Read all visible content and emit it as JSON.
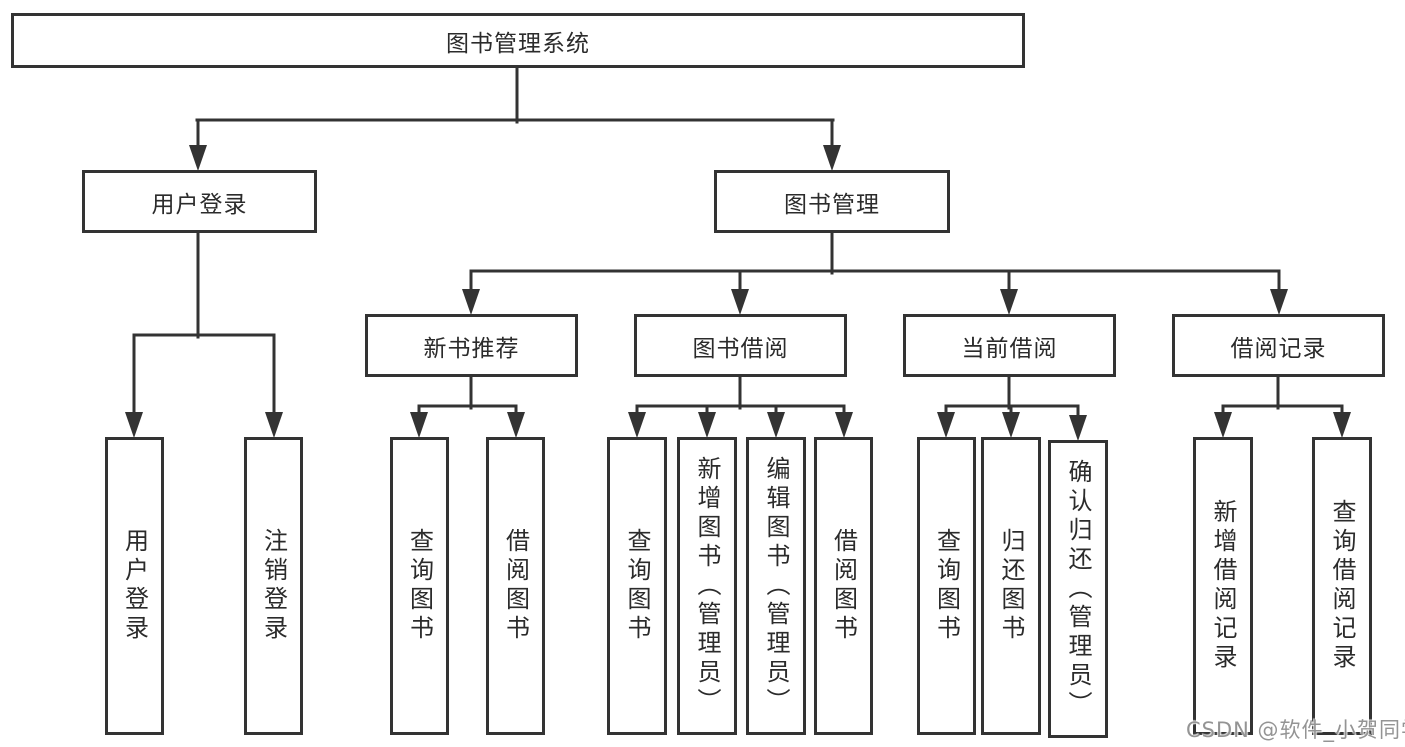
{
  "colors": {
    "line": "#333333",
    "box_border": "#333333",
    "text": "#2b2b2b",
    "background": "#ffffff",
    "watermark": "#949494"
  },
  "watermark": {
    "text": "CSDN @软件_小贺同学"
  },
  "tree": {
    "root": {
      "label": "图书管理系统",
      "children": [
        {
          "label": "用户登录",
          "children": [
            {
              "label": "用户登录"
            },
            {
              "label": "注销登录"
            }
          ]
        },
        {
          "label": "图书管理",
          "children": [
            {
              "label": "新书推荐",
              "children": [
                {
                  "label": "查询图书"
                },
                {
                  "label": "借阅图书"
                }
              ]
            },
            {
              "label": "图书借阅",
              "children": [
                {
                  "label": "查询图书"
                },
                {
                  "label": "新增图书（管理员）"
                },
                {
                  "label": "编辑图书（管理员）"
                },
                {
                  "label": "借阅图书"
                }
              ]
            },
            {
              "label": "当前借阅",
              "children": [
                {
                  "label": "查询图书"
                },
                {
                  "label": "归还图书"
                },
                {
                  "label": "确认归还（管理员）"
                }
              ]
            },
            {
              "label": "借阅记录",
              "children": [
                {
                  "label": "新增借阅记录"
                },
                {
                  "label": "查询借阅记录"
                }
              ]
            }
          ]
        }
      ]
    }
  }
}
